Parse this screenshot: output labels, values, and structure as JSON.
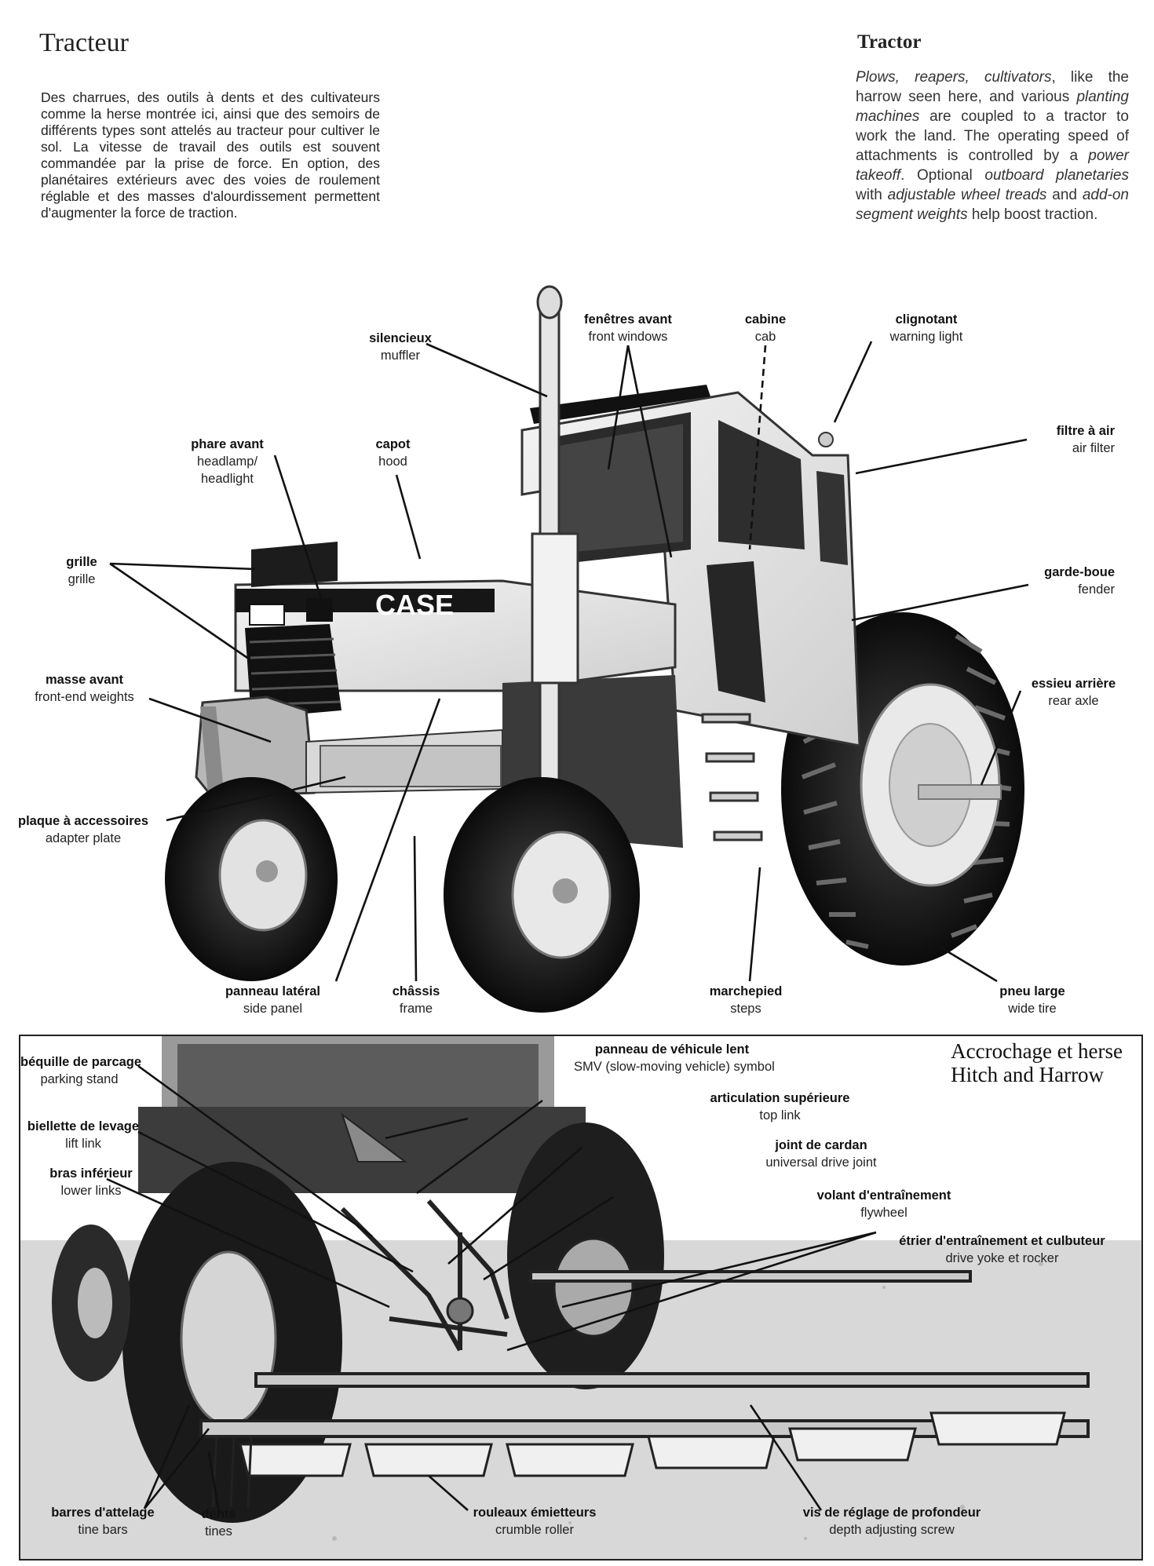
{
  "page": {
    "title_fr": "Tracteur",
    "title_en": "Tractor",
    "intro_fr": "Des charrues, des outils à dents et des cultivateurs comme la herse montrée ici, ainsi que des semoirs de différents types sont attelés au tracteur pour cultiver le sol. La vitesse de travail des outils est souvent commandée par la prise de force. En option, des planétaires extérieurs avec des voies de roulement réglable et des masses d'alourdissement permettent d'augmenter la force de traction.",
    "intro_en": {
      "t1": "Plows, reapers, cultivators",
      "t2": ", like the harrow seen here, and various ",
      "t3": "planting machines",
      "t4": " are coupled to a tractor to work the land. The operating speed of attachments is controlled by a ",
      "t5": "power takeoff",
      "t6": ". Optional ",
      "t7": "outboard planetaries",
      "t8": " with ",
      "t9": "adjustable wheel treads",
      "t10": " and ",
      "t11": "add-on segment weights",
      "t12": " help boost traction."
    }
  },
  "tractor_labels": {
    "silencieux": {
      "fr": "silencieux",
      "en": "muffler"
    },
    "fenetres": {
      "fr": "fenêtres avant",
      "en": "front windows"
    },
    "cabine": {
      "fr": "cabine",
      "en": "cab"
    },
    "clignotant": {
      "fr": "clignotant",
      "en": "warning light"
    },
    "filtre": {
      "fr": "filtre à air",
      "en": "air filter"
    },
    "phare": {
      "fr": "phare avant",
      "en": "headlamp/",
      "en2": "headlight"
    },
    "capot": {
      "fr": "capot",
      "en": "hood"
    },
    "grille": {
      "fr": "grille",
      "en": "grille"
    },
    "garde_boue": {
      "fr": "garde-boue",
      "en": "fender"
    },
    "masse": {
      "fr": "masse avant",
      "en": "front-end weights"
    },
    "essieu": {
      "fr": "essieu arrière",
      "en": "rear axle"
    },
    "plaque": {
      "fr": "plaque à accessoires",
      "en": "adapter plate"
    },
    "panneau": {
      "fr": "panneau latéral",
      "en": "side panel"
    },
    "chassis": {
      "fr": "châssis",
      "en": "frame"
    },
    "marchepied": {
      "fr": "marchepied",
      "en": "steps"
    },
    "pneu": {
      "fr": "pneu large",
      "en": "wide tire"
    },
    "brand": "CASE"
  },
  "hitch": {
    "title_fr": "Accrochage et herse",
    "title_en": "Hitch and Harrow",
    "labels": {
      "bequille": {
        "fr": "béquille de parcage",
        "en": "parking stand"
      },
      "smv": {
        "fr": "panneau de véhicule lent",
        "en": "SMV (slow-moving vehicle) symbol"
      },
      "articulation": {
        "fr": "articulation supérieure",
        "en": "top link"
      },
      "biellette": {
        "fr": "biellette de levage",
        "en": "lift link"
      },
      "cardan": {
        "fr": "joint de cardan",
        "en": "universal drive joint"
      },
      "bras": {
        "fr": "bras inférieur",
        "en": "lower links"
      },
      "volant": {
        "fr": "volant d'entraînement",
        "en": "flywheel"
      },
      "etrier": {
        "fr": "étrier d'entraînement et culbuteur",
        "en": "drive yoke et rocker"
      },
      "barres": {
        "fr": "barres d'attelage",
        "en": "tine bars"
      },
      "dents": {
        "fr": "dents",
        "en": "tines"
      },
      "rouleaux": {
        "fr": "rouleaux émietteurs",
        "en": "crumble roller"
      },
      "vis": {
        "fr": "vis de réglage de profondeur",
        "en": "depth adjusting screw"
      }
    }
  }
}
